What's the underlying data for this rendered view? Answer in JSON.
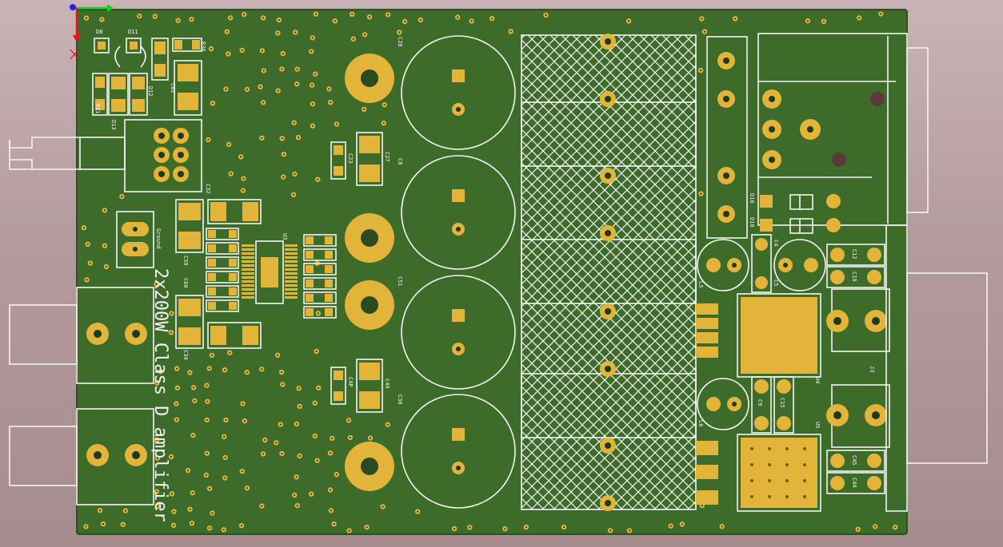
{
  "board": {
    "title": "2x200W Class D amplifier",
    "colors": {
      "background": "#b49d9f",
      "board": "#3d6b2a",
      "copper": "#e2b43a",
      "silkscreen": "#f4f4f4"
    }
  },
  "designators": {
    "cap_bank": [
      "C28",
      "C8",
      "C51",
      "C38"
    ],
    "smd": [
      "C23",
      "C27",
      "C4P",
      "C49",
      "C32",
      "C59",
      "C60",
      "C34",
      "U3"
    ],
    "top_left": [
      "D8",
      "D11",
      "R36",
      "C62",
      "R11",
      "D12",
      "D13"
    ],
    "connector": "Ground",
    "right": [
      "D16",
      "D10",
      "C4",
      "C5",
      "L5",
      "L6",
      "U4",
      "U5",
      "C9",
      "C15",
      "C12",
      "C19",
      "C45",
      "C44",
      "J3"
    ]
  },
  "icons": [
    "axis-origin-icon"
  ]
}
